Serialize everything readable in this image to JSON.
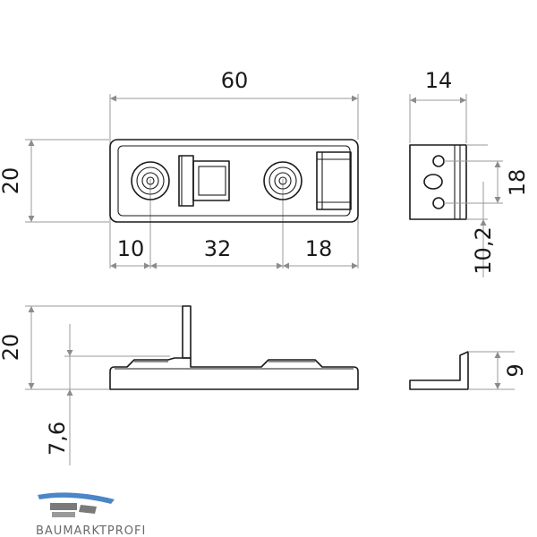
{
  "dimensions": {
    "top_length": "60",
    "top_height": "20",
    "top_left_offset": "10",
    "top_center_span": "32",
    "top_right_offset": "18",
    "side_width": "14",
    "side_hole_spacing": "18",
    "side_offset": "10,2",
    "front_height": "20",
    "front_base_height": "7,6",
    "end_height": "9"
  },
  "logo": {
    "text": "BAUMARKTPROFI",
    "colors": {
      "primary": "#4a86c8",
      "secondary": "#7a7a7a"
    }
  }
}
